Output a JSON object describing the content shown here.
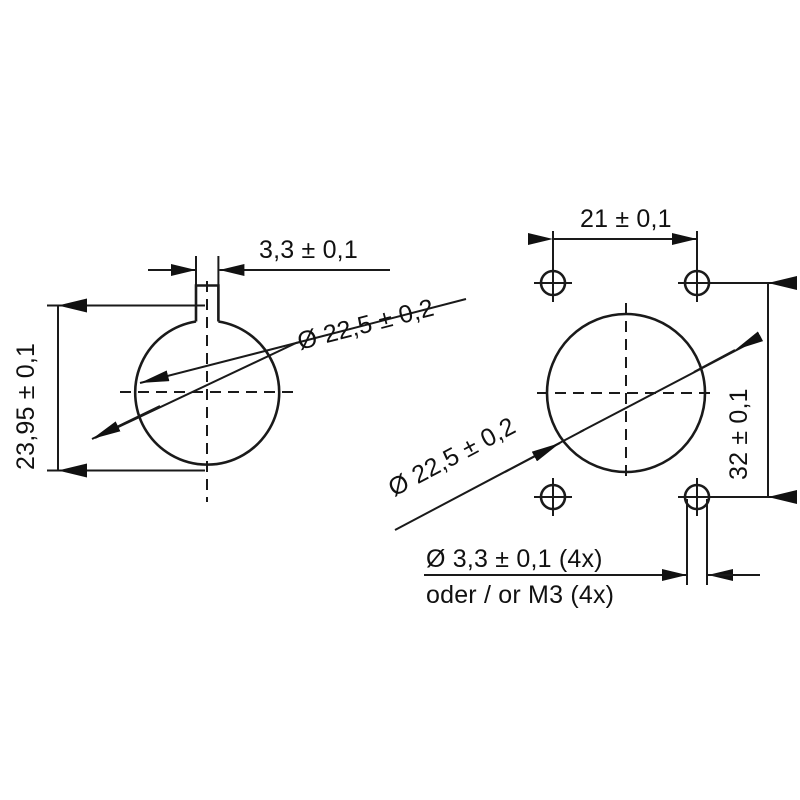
{
  "document": {
    "type": "engineering-panel-cutout-drawing",
    "background_color": "#ffffff",
    "line_color": "#1a1a1a",
    "text_color": "#111111"
  },
  "left_view": {
    "name": "keyed-round-cutout",
    "dimensions": {
      "slot_width": "3,3 ± 0,1",
      "overall_height": "23,95 ± 0,1",
      "bore_diameter": "Ø 22,5 ± 0,2"
    }
  },
  "right_view": {
    "name": "round-cutout-with-four-mounting-holes",
    "dimensions": {
      "hole_spacing_horizontal": "21 ± 0,1",
      "hole_spacing_vertical": "32 ± 0,1",
      "bore_diameter": "Ø 22,5 ± 0,2",
      "mounting_hole_diameter": "Ø 3,3 ± 0,1 (4x)",
      "mounting_hole_alternative": "oder / or M3 (4x)"
    }
  },
  "labels": {
    "slot_width": "3,3 ± 0,1",
    "overall_height": "23,95 ± 0,1",
    "bore_diameter_left": "Ø 22,5 ± 0,2",
    "bore_diameter_right": "Ø 22,5 ± 0,2",
    "hole_spacing_horizontal": "21 ± 0,1",
    "hole_spacing_vertical": "32 ± 0,1",
    "mounting_hole_diameter": "Ø 3,3 ± 0,1 (4x)",
    "mounting_hole_alternative": "oder / or M3 (4x)"
  }
}
